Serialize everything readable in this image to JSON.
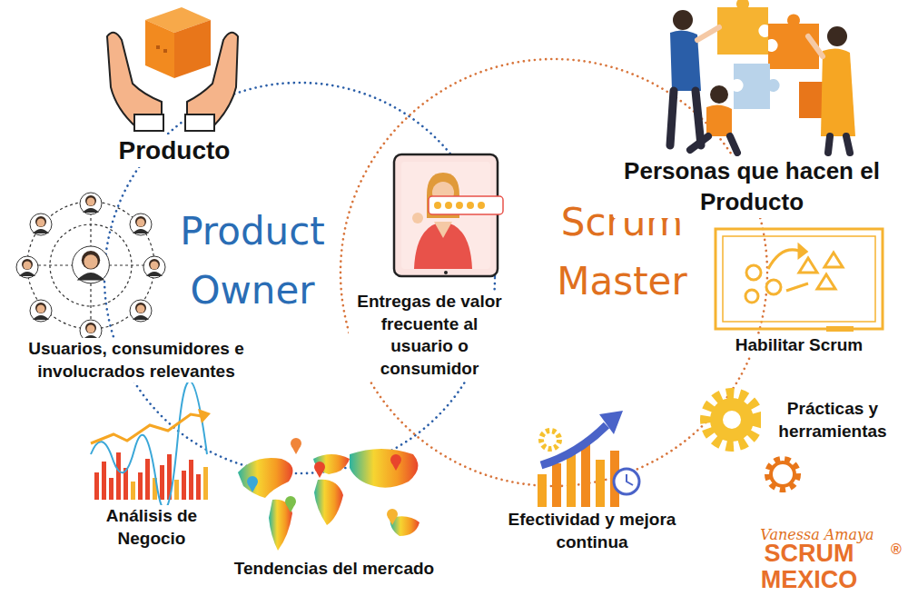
{
  "diagram": {
    "labels": [
      "Producto",
      "Product Owner",
      "Usuarios, consumidores e involucrados relevantes",
      "Análisis de Negocio",
      "Tendencias del mercado",
      "Entregas de valor frecuente al usuario o consumidor",
      "Scrum Master",
      "Personas que hacen el Producto",
      "Habilitar Scrum",
      "Prácticas y herramientas",
      "Efectividad y mejora continua",
      "Vanessa Amaya",
      "SCRUM MEXICO",
      "®"
    ]
  }
}
